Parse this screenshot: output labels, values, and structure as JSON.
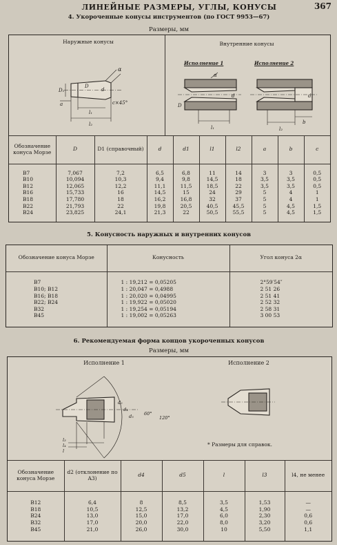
{
  "header": {
    "title": "ЛИНЕЙНЫЕ РАЗМЕРЫ, УГЛЫ, КОНУСЫ",
    "page_number": "367"
  },
  "table4": {
    "caption": "4. Укороченные конусы инструментов (по ГОСТ 9953—67)",
    "units": "Размеры, мм",
    "outer_label": "Наружные конусы",
    "inner_label": "Внутренние конусы",
    "exec1": "Исполнение 1",
    "exec2": "Исполнение 2",
    "columns": [
      "Обозначение конуса Морзе",
      "D",
      "D1 (справочный)",
      "d",
      "d1",
      "l1",
      "l2",
      "a",
      "b",
      "c"
    ],
    "rows": {
      "designation": [
        "B7",
        "B10",
        "B12",
        "B16",
        "B18",
        "B22",
        "B24"
      ],
      "D": [
        "7,067",
        "10,094",
        "12,065",
        "15,733",
        "17,780",
        "21,793",
        "23,825"
      ],
      "D1": [
        "7,2",
        "10,3",
        "12,2",
        "16",
        "18",
        "22",
        "24,1"
      ],
      "d": [
        "6,5",
        "9,4",
        "11,1",
        "14,5",
        "16,2",
        "19,8",
        "21,3"
      ],
      "d1": [
        "6,8",
        "9,8",
        "11,5",
        "15",
        "16,8",
        "20,5",
        "22"
      ],
      "l1": [
        "11",
        "14,5",
        "18,5",
        "24",
        "32",
        "40,5",
        "50,5"
      ],
      "l2": [
        "14",
        "18",
        "22",
        "29",
        "37",
        "45,5",
        "55,5"
      ],
      "a": [
        "3",
        "3,5",
        "3,5",
        "5",
        "5",
        "5",
        "5"
      ],
      "b": [
        "3",
        "3,5",
        "3,5",
        "4",
        "4",
        "4,5",
        "4,5"
      ],
      "c": [
        "0,5",
        "0,5",
        "0,5",
        "1",
        "1",
        "1,5",
        "1,5"
      ]
    }
  },
  "table5": {
    "caption": "5. Конусность наружных и внутренних конусов",
    "columns": [
      "Обозначение конуса Морзе",
      "Конусность",
      "Угол конуса 2α"
    ],
    "rows": {
      "designation": [
        "B7",
        "B10; B12",
        "B16; B18",
        "B22; B24",
        "B32",
        "B45"
      ],
      "taper": [
        "1 : 19,212 = 0,05205",
        "1 : 20,047 = 0,4988",
        "1 : 20,020 = 0,04995",
        "1 : 19,922 = 0,05020",
        "1 : 19,254 = 0,05194",
        "1 : 19,002 = 0,05263"
      ],
      "angle": [
        "2°59′54″",
        "2 51 26",
        "2 51 41",
        "2 52 32",
        "2 58 31",
        "3 00 53"
      ]
    }
  },
  "table6": {
    "caption": "6. Рекомендуемая форма концов укороченных конусов",
    "units": "Размеры, мм",
    "exec1": "Исполнение 1",
    "exec2": "Исполнение 2",
    "note": "* Размеры для справок.",
    "columns": [
      "Обозначение конуса Морзе",
      "d2 (отклонение по A3)",
      "d4",
      "d5",
      "l",
      "l3",
      "l4, не менее"
    ],
    "rows": {
      "designation": [
        "B12",
        "B18",
        "B24",
        "B32",
        "B45"
      ],
      "d2": [
        "6,4",
        "10,5",
        "13,0",
        "17,0",
        "21,0"
      ],
      "d4": [
        "8",
        "12,5",
        "15,0",
        "20,0",
        "26,0"
      ],
      "d5": [
        "8,5",
        "13,2",
        "17,0",
        "22,0",
        "30,0"
      ],
      "l": [
        "3,5",
        "4,5",
        "6,0",
        "8,0",
        "10"
      ],
      "l3": [
        "1,53",
        "1,90",
        "2,30",
        "3,20",
        "5,50"
      ],
      "l4": [
        "—",
        "—",
        "0,6",
        "0,6",
        "1,1"
      ]
    }
  }
}
